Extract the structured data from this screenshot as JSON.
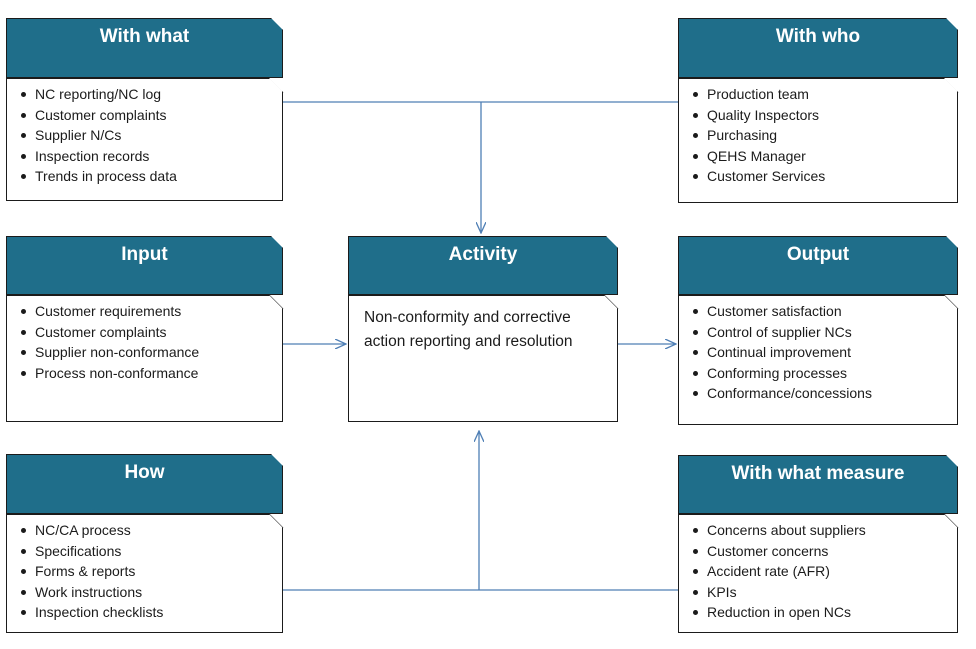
{
  "colors": {
    "header_fill": "#1f6e8a",
    "header_text": "#ffffff",
    "arrow": "#4f7fb5"
  },
  "with_what": {
    "title": "With what",
    "items": [
      "NC reporting/NC log",
      "Customer complaints",
      "Supplier N/Cs",
      "Inspection records",
      "Trends in process data"
    ]
  },
  "with_who": {
    "title": "With who",
    "items": [
      "Production team",
      "Quality Inspectors",
      "Purchasing",
      "QEHS Manager",
      "Customer Services"
    ]
  },
  "input": {
    "title": "Input",
    "items": [
      "Customer requirements",
      "Customer complaints",
      "Supplier non-conformance",
      "Process non-conformance"
    ]
  },
  "activity": {
    "title": "Activity",
    "text_line1": "Non-conformity and corrective",
    "text_line2": "action reporting and resolution"
  },
  "output": {
    "title": "Output",
    "items": [
      "Customer satisfaction",
      "Control of supplier NCs",
      "Continual improvement",
      "Conforming processes",
      "Conformance/concessions"
    ]
  },
  "how": {
    "title": "How",
    "items": [
      "NC/CA process",
      "Specifications",
      "Forms & reports",
      "Work instructions",
      "Inspection checklists"
    ]
  },
  "with_what_measure": {
    "title": "With what measure",
    "items": [
      "Concerns about suppliers",
      "Customer concerns",
      "Accident rate (AFR)",
      "KPIs",
      "Reduction in open NCs"
    ]
  }
}
